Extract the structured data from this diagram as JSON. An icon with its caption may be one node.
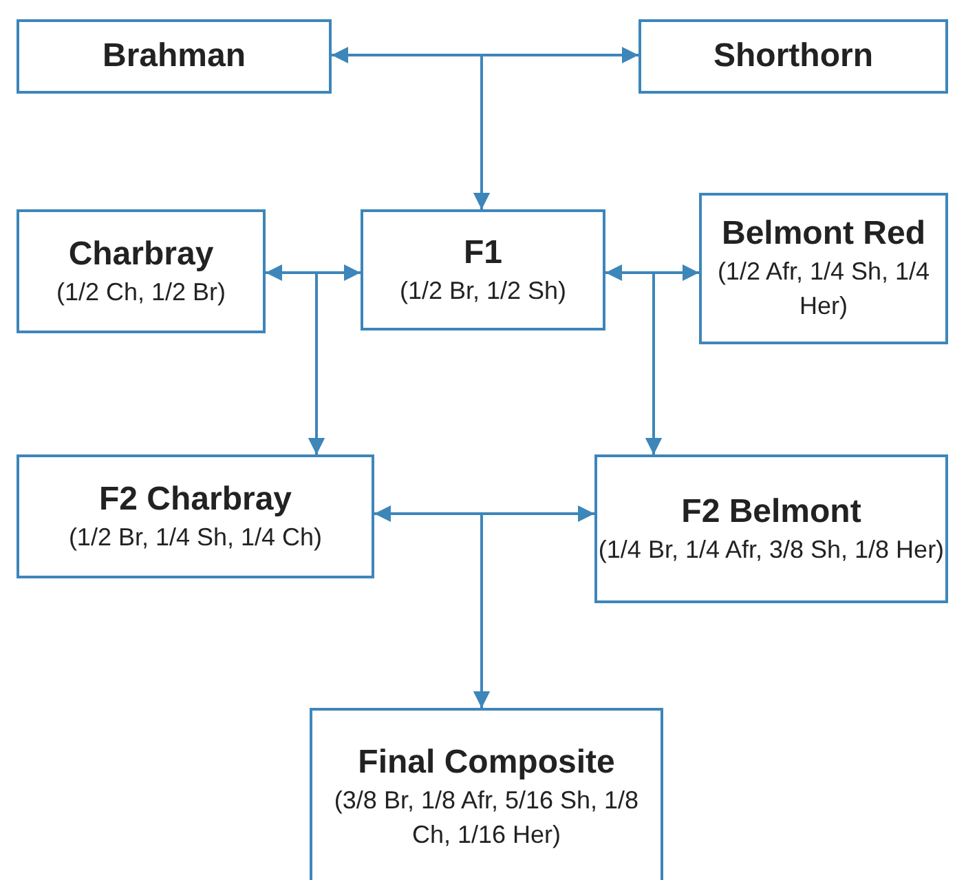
{
  "diagram": {
    "nodes": [
      {
        "text": [
          "Brahman"
        ]
      },
      {
        "text": [
          "Shorthorn"
        ]
      },
      {
        "text": [
          "Charbray",
          "(1/2 Ch, 1/2 Br)"
        ]
      },
      {
        "text": [
          "F1",
          "(1/2 Br, 1/2 Sh)"
        ]
      },
      {
        "text": [
          "Belmont Red",
          "(1/2 Afr, 1/4 Sh, 1/4 Her)"
        ]
      },
      {
        "text": [
          "F2 Charbray",
          "(1/2 Br, 1/4 Sh, 1/4 Ch)"
        ]
      },
      {
        "text": [
          "F2 Belmont",
          "(1/4 Br, 1/4 Afr, 3/8 Sh, 1/8 Her)"
        ]
      },
      {
        "text": [
          "Final Composite",
          "(3/8 Br, 1/8 Afr, 5/16 Sh, 1/8 Ch, 1/16 Her)"
        ]
      }
    ],
    "edges": [
      {
        "from": 0,
        "to": 3,
        "arrow": "both"
      },
      {
        "from": 1,
        "to": 3,
        "arrow": "both"
      },
      {
        "from": 2,
        "to": 5,
        "arrow": "both"
      },
      {
        "from": 3,
        "to": 5,
        "arrow": "both"
      },
      {
        "from": 3,
        "to": 6,
        "arrow": "both"
      },
      {
        "from": 4,
        "to": 6,
        "arrow": "both"
      },
      {
        "from": 5,
        "to": 7,
        "arrow": "both"
      },
      {
        "from": 6,
        "to": 7,
        "arrow": "both"
      }
    ]
  }
}
